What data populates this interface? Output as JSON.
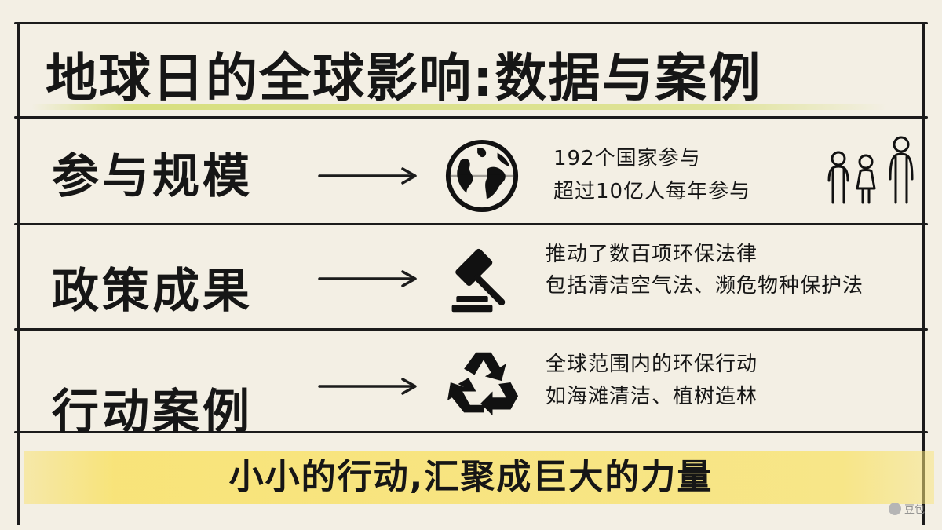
{
  "title": "地球日的全球影响:数据与案例",
  "rows": [
    {
      "label": "参与规模",
      "icon": "globe-icon",
      "extra_icon": "people-icon",
      "lines": [
        "192个国家参与",
        "超过10亿人每年参与"
      ]
    },
    {
      "label": "政策成果",
      "icon": "gavel-icon",
      "lines": [
        "推动了数百项环保法律",
        "包括清洁空气法、濒危物种保护法"
      ]
    },
    {
      "label": "行动案例",
      "icon": "recycle-icon",
      "lines": [
        "全球范围内的环保行动",
        "如海滩清洁、植树造林"
      ]
    }
  ],
  "footer": "小小的行动,汇聚成巨大的力量",
  "watermark": "豆包"
}
